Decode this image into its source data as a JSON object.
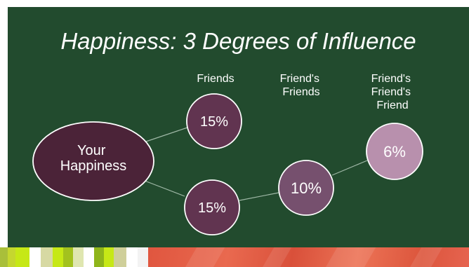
{
  "title": "Happiness: 3 Degrees of Influence",
  "columns": {
    "friends": [
      "Friends"
    ],
    "friends_friends": [
      "Friend's",
      "Friends"
    ],
    "friends_friends_friend": [
      "Friend's",
      "Friend's",
      "Friend"
    ]
  },
  "nodes": {
    "center": [
      "Your",
      "Happiness"
    ],
    "friend_top": "15%",
    "friend_bottom": "15%",
    "friends_friends": "10%",
    "friends_friends_friend": "6%"
  },
  "colors": {
    "background": "#224b2e",
    "center_node": "#4b2338",
    "degree1_node": "#613450",
    "degree2_node": "#76506e",
    "degree3_node": "#b890ad",
    "node_stroke": "#ffffff",
    "connector": "#9fb8a6",
    "footer_red": "#e0563f"
  }
}
